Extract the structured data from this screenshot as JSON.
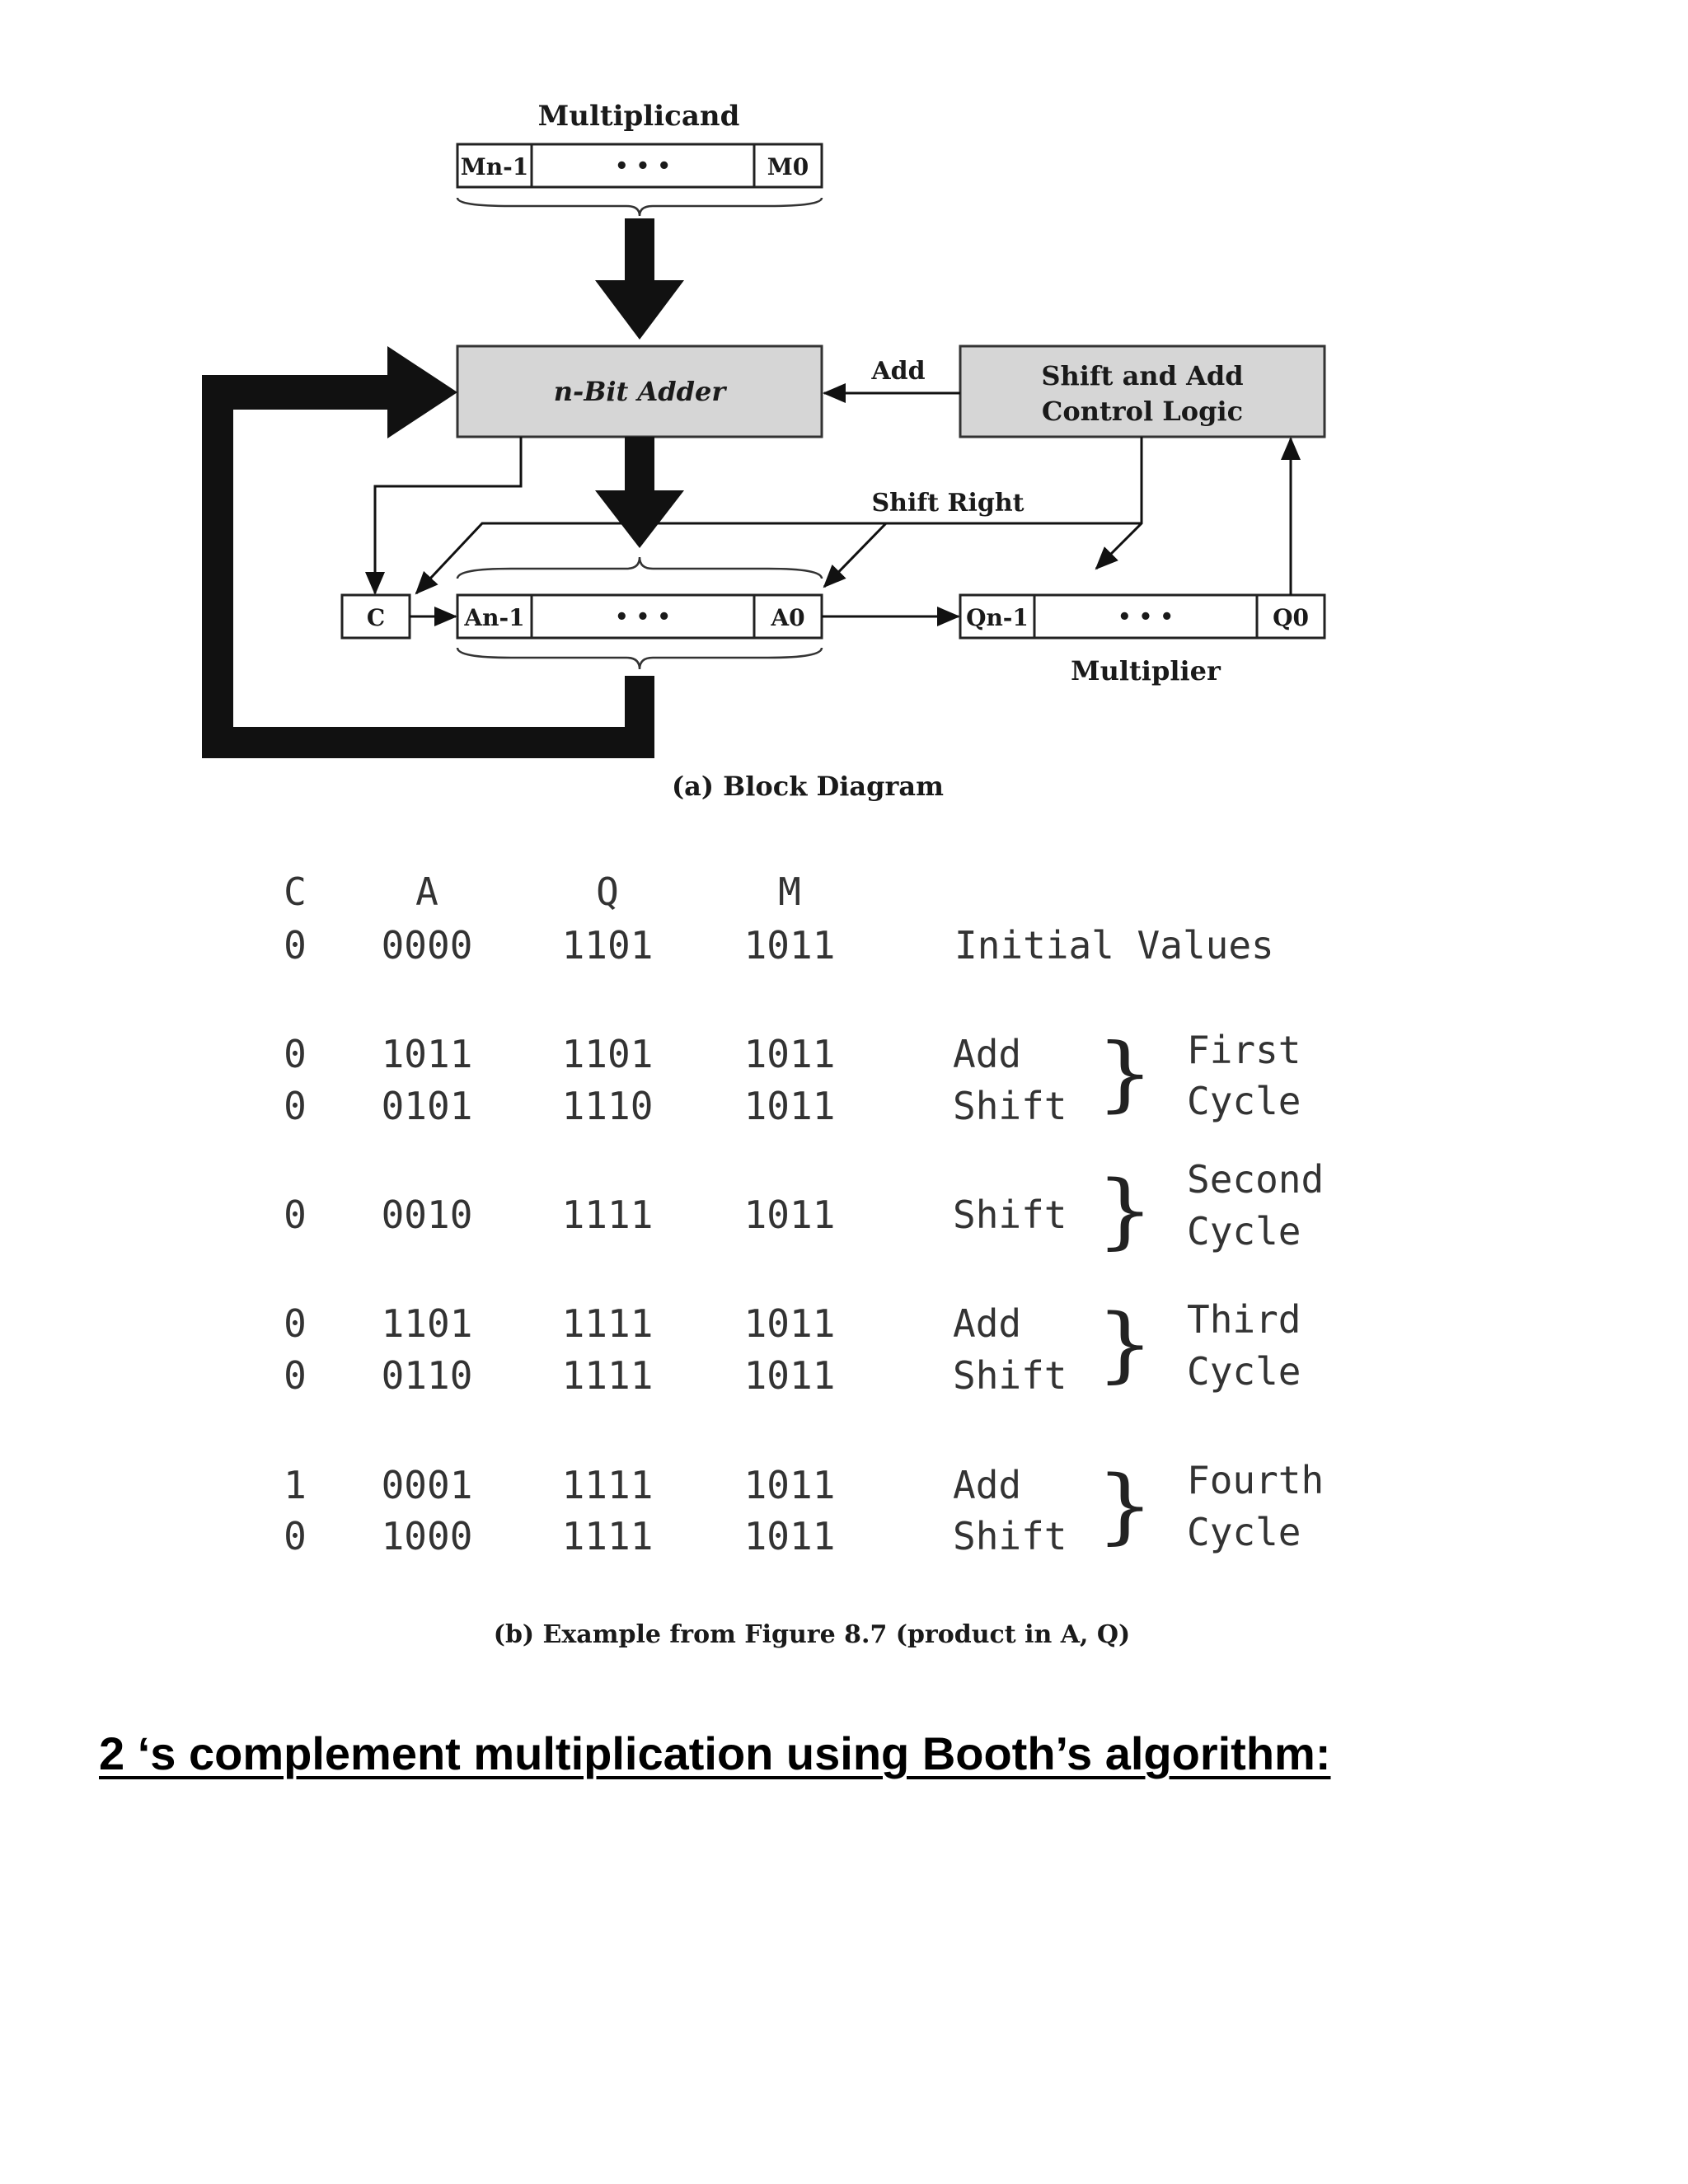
{
  "block_diagram": {
    "multiplicand_label": "Multiplicand",
    "m_high": "Mn-1",
    "m_low": "M0",
    "adder_label": "n-Bit Adder",
    "control_line1": "Shift and Add",
    "control_line2": "Control Logic",
    "add_label": "Add",
    "shift_right_label": "Shift Right",
    "c_label": "C",
    "a_high": "An-1",
    "a_low": "A0",
    "q_high": "Qn-1",
    "q_low": "Q0",
    "multiplier_label": "Multiplier",
    "dots": "•   •   •",
    "caption": "(a) Block Diagram"
  },
  "example": {
    "headers": [
      "C",
      "A",
      "Q",
      "M"
    ],
    "rows": [
      {
        "c": "0",
        "a": "0000",
        "q": "1101",
        "m": "1011",
        "op": "Initial Values"
      },
      {
        "c": "0",
        "a": "1011",
        "q": "1101",
        "m": "1011",
        "op": "Add"
      },
      {
        "c": "0",
        "a": "0101",
        "q": "1110",
        "m": "1011",
        "op": "Shift"
      },
      {
        "c": "0",
        "a": "0010",
        "q": "1111",
        "m": "1011",
        "op": "Shift"
      },
      {
        "c": "0",
        "a": "1101",
        "q": "1111",
        "m": "1011",
        "op": "Add"
      },
      {
        "c": "0",
        "a": "0110",
        "q": "1111",
        "m": "1011",
        "op": "Shift"
      },
      {
        "c": "1",
        "a": "0001",
        "q": "1111",
        "m": "1011",
        "op": "Add"
      },
      {
        "c": "0",
        "a": "1000",
        "q": "1111",
        "m": "1011",
        "op": "Shift"
      }
    ],
    "cycles": [
      {
        "line1": "First",
        "line2": "Cycle"
      },
      {
        "line1": "Second",
        "line2": "Cycle"
      },
      {
        "line1": "Third",
        "line2": "Cycle"
      },
      {
        "line1": "Fourth",
        "line2": "Cycle"
      }
    ],
    "caption": "(b) Example from Figure 8.7 (product in A, Q)"
  },
  "heading": "2 ‘s complement multiplication using Booth’s algorithm:"
}
